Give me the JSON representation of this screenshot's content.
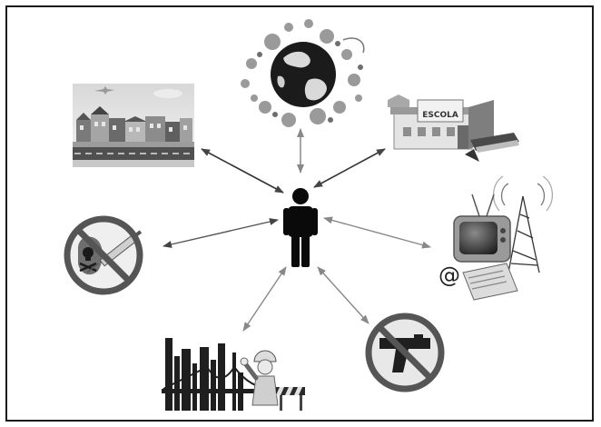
{
  "diagram": {
    "center": {
      "icon": "person-icon"
    },
    "nodes": [
      {
        "id": "globe",
        "icon": "globe-icon"
      },
      {
        "id": "city",
        "icon": "city-town-icon"
      },
      {
        "id": "school",
        "icon": "school-building-icon",
        "sign_text": "ESCOLA"
      },
      {
        "id": "no-drugs",
        "icon": "no-drugs-icon"
      },
      {
        "id": "media",
        "icon": "media-tv-antenna-icon",
        "at_symbol": "@"
      },
      {
        "id": "infrastructure",
        "icon": "infrastructure-construction-icon"
      },
      {
        "id": "no-weapons",
        "icon": "no-weapons-icon"
      }
    ]
  }
}
